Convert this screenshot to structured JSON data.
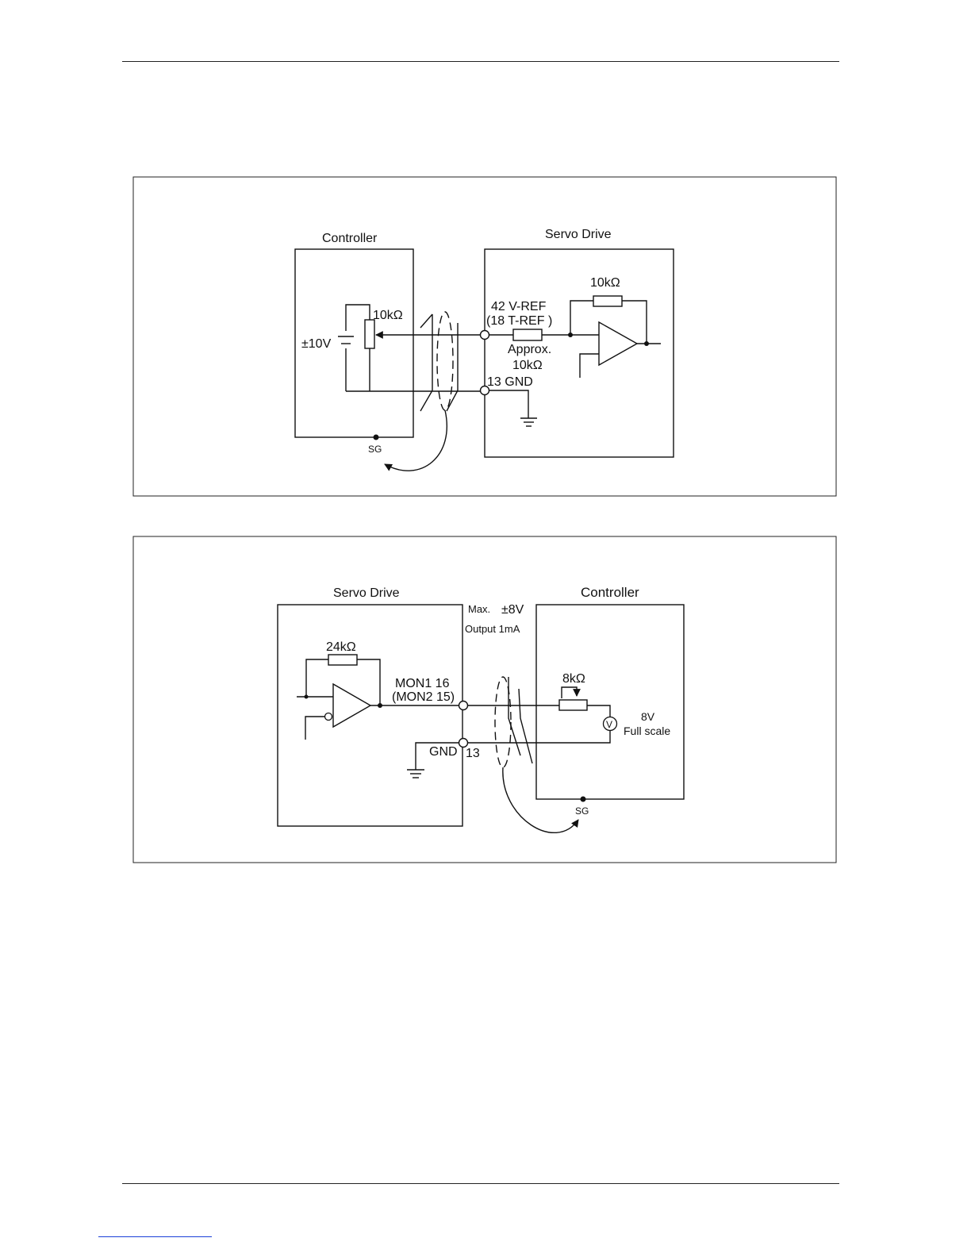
{
  "fig1": {
    "controller_title": "Controller",
    "servo_title": "Servo Drive",
    "pot_label": "10kΩ",
    "supply_label": "±10V",
    "vref_label": "42 V-REF",
    "tref_label": "(18 T-REF )",
    "approx_label": "Approx.",
    "approx_value": "10kΩ",
    "feedback_label": "10kΩ",
    "gnd_label": "13 GND",
    "sg_label": "SG"
  },
  "fig2": {
    "servo_title": "Servo Drive",
    "controller_title": "Controller",
    "max_label": "Max.",
    "max_value": "±8V",
    "output_label": "Output  1mA",
    "feedback_label": "24kΩ",
    "mon1_label": "MON1  16",
    "mon2_label": "(MON2  15)",
    "gnd_label": "GND",
    "gnd_pin": "13",
    "pot_label": "8kΩ",
    "meter_symbol": "V",
    "fullscale_value": "8V",
    "fullscale_label": "Full scale",
    "sg_label": "SG"
  }
}
